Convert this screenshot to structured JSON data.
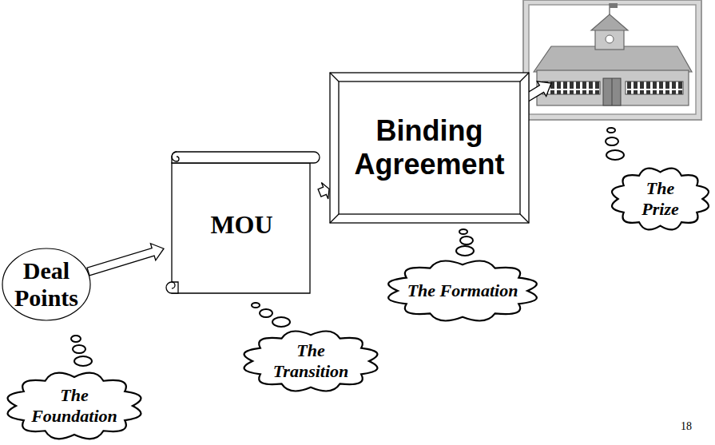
{
  "diagram": {
    "nodes": [
      {
        "text": [
          "Deal Points"
        ]
      },
      {
        "text": [
          "MOU"
        ]
      },
      {
        "text": [
          "Binding Agreement"
        ]
      },
      {
        "text": [
          "The Foundation"
        ]
      },
      {
        "text": [
          "The Transition"
        ]
      },
      {
        "text": [
          "The Formation"
        ]
      },
      {
        "text": [
          "The Prize"
        ]
      }
    ],
    "edges": [
      {
        "from": 0,
        "to": 1,
        "arrow": "to"
      },
      {
        "from": 1,
        "to": 2,
        "arrow": "to"
      }
    ],
    "labels": [
      "18"
    ]
  }
}
